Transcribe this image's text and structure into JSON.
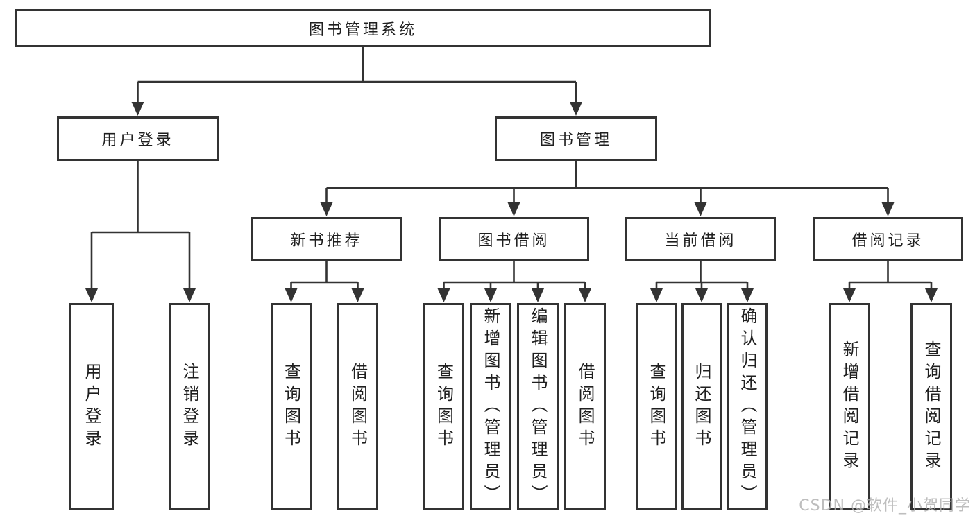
{
  "nodes": {
    "root": "图书管理系统",
    "user_login": "用户登录",
    "book_mgmt": "图书管理",
    "new_books": "新书推荐",
    "book_borrow": "图书借阅",
    "current_borrow": "当前借阅",
    "borrow_records": "借阅记录",
    "leaf_user_login": "用户登录",
    "leaf_logout": "注销登录",
    "leaf_nb_query": "查询图书",
    "leaf_nb_borrow": "借阅图书",
    "leaf_bb_query": "查询图书",
    "leaf_bb_add": "新增图书（管理员）",
    "leaf_bb_edit": "编辑图书（管理员）",
    "leaf_bb_borrow": "借阅图书",
    "leaf_cb_query": "查询图书",
    "leaf_cb_return": "归还图书",
    "leaf_cb_confirm": "确认归还（管理员）",
    "leaf_br_add": "新增借阅记录",
    "leaf_br_query": "查询借阅记录"
  },
  "watermark": "CSDN @软件_小贺同学",
  "colors": {
    "line": "#333333",
    "text": "#1f1f1f",
    "background": "#ffffff",
    "watermark": "#b3b3b3"
  }
}
